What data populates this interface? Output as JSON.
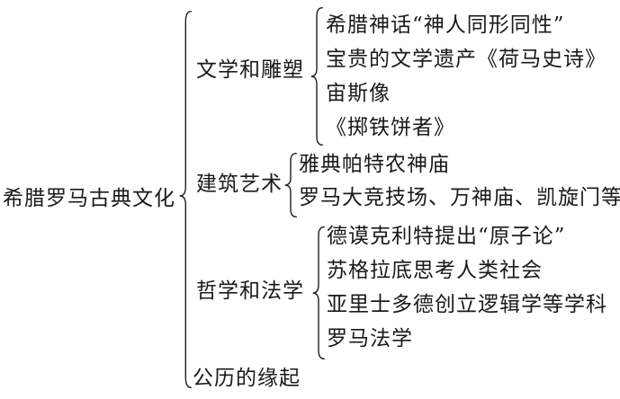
{
  "diagram": {
    "root": "希腊罗马古典文化",
    "branches": [
      {
        "label": "文学和雕塑",
        "items": [
          "希腊神话“神人同形同性”",
          "宝贵的文学遗产《荷马史诗》",
          "宙斯像",
          "《掷铁饼者》"
        ]
      },
      {
        "label": "建筑艺术",
        "items": [
          "雅典帕特农神庙",
          "罗马大竞技场、万神庙、凯旋门等"
        ]
      },
      {
        "label": "哲学和法学",
        "items": [
          "德谟克利特提出“原子论”",
          "苏格拉底思考人类社会",
          "亚里士多德创立逻辑学等学科",
          "罗马法学"
        ]
      },
      {
        "label": "公历的缘起",
        "items": []
      }
    ],
    "colors": {
      "background": "#ffffff",
      "text": "#1a1a1a",
      "line": "#1f1f1f"
    }
  }
}
